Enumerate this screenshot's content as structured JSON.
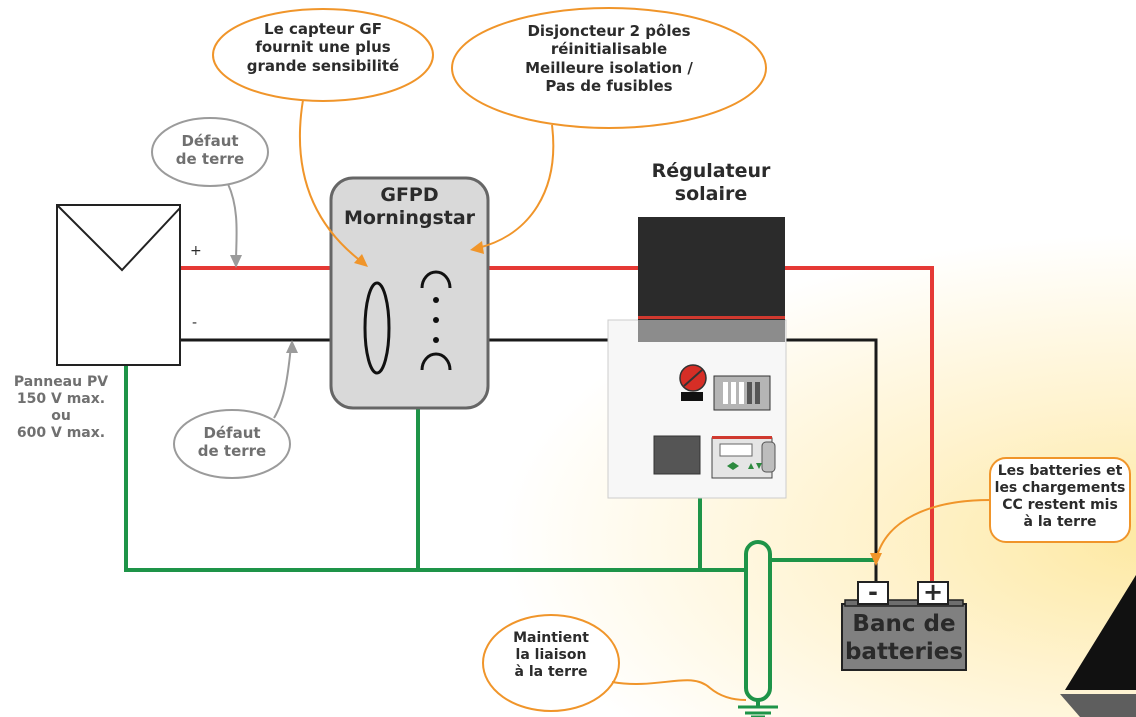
{
  "colors": {
    "positive_wire": "#e53935",
    "negative_wire": "#1a1a1a",
    "ground_wire": "#1e9448",
    "callout_border": "#f0952a",
    "grey_callout_border": "#9b9b9b"
  },
  "pv_panel": {
    "polarity_plus": "+",
    "polarity_minus": "-",
    "label_lines": [
      "Panneau PV",
      "150 V max.",
      "ou",
      "600 V max."
    ]
  },
  "gfpd": {
    "title_lines": [
      "GFPD",
      "Morningstar"
    ]
  },
  "regulator": {
    "title_lines": [
      "Régulateur",
      "solaire"
    ]
  },
  "battery": {
    "minus_terminal": "-",
    "plus_terminal": "+",
    "label_lines": [
      "Banc de",
      "batteries"
    ]
  },
  "callouts": {
    "gf_sensor": [
      "Le capteur GF",
      "fournit une plus",
      "grande sensibilité"
    ],
    "breaker": [
      "Disjoncteur 2 pôles",
      "réinitialisable",
      "Meilleure isolation /",
      "Pas de fusibles"
    ],
    "ground_fault_top": [
      "Défaut",
      "de terre"
    ],
    "ground_fault_bottom": [
      "Défaut",
      "de terre"
    ],
    "batteries_grounded": [
      "Les batteries et",
      "les chargements",
      "CC restent mis",
      "à la terre"
    ],
    "ground_bond": [
      "Maintient",
      "la liaison",
      "à la terre"
    ]
  }
}
